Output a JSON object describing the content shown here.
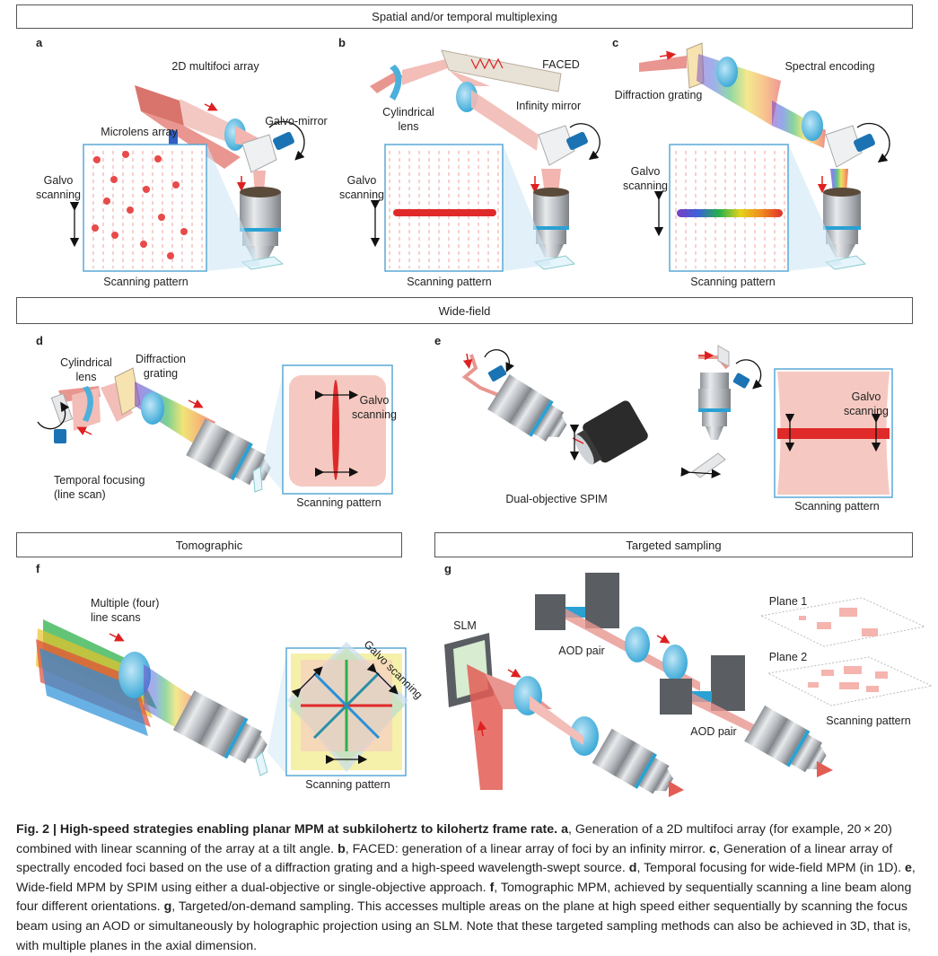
{
  "headers": {
    "spatial": "Spatial and/or temporal multiplexing",
    "widefield": "Wide-field",
    "tomographic": "Tomographic",
    "targeted": "Targeted sampling"
  },
  "panels": {
    "a": {
      "letter": "a",
      "multifoci": "2D multifoci array",
      "microlens": "Microlens array",
      "galvo_mirror": "Galvo-mirror",
      "galvo_scanning": "Galvo scanning",
      "scanning_pattern": "Scanning pattern"
    },
    "b": {
      "letter": "b",
      "faced": "FACED",
      "cyl_lens": "Cylindrical lens",
      "infinity_mirror": "Infinity mirror",
      "galvo_scanning": "Galvo scanning",
      "scanning_pattern": "Scanning pattern"
    },
    "c": {
      "letter": "c",
      "diffraction_grating": "Diffraction grating",
      "spectral_encoding": "Spectral encoding",
      "galvo_scanning": "Galvo scanning",
      "scanning_pattern": "Scanning pattern"
    },
    "d": {
      "letter": "d",
      "cyl_lens": "Cylindrical lens",
      "diffraction_grating": "Diffraction grating",
      "galvo_scanning": "Galvo scanning",
      "temporal_focusing": "Temporal focusing (line scan)",
      "scanning_pattern": "Scanning pattern"
    },
    "e": {
      "letter": "e",
      "dual_objective": "Dual-objective SPIM",
      "galvo_scanning": "Galvo scanning",
      "scanning_pattern": "Scanning pattern"
    },
    "f": {
      "letter": "f",
      "multiple_line": "Multiple (four) line scans",
      "galvo_scanning": "Galvo scanning",
      "scanning_pattern": "Scanning pattern"
    },
    "g": {
      "letter": "g",
      "slm": "SLM",
      "aod_pair_top": "AOD pair",
      "aod_pair_bottom": "AOD pair",
      "plane1": "Plane 1",
      "plane2": "Plane 2",
      "scanning_pattern": "Scanning pattern"
    }
  },
  "caption": {
    "title": "Fig. 2 | High-speed strategies enabling planar MPM at subkilohertz to kilohertz frame rate.",
    "a_tag": "a",
    "a_text": ", Generation of a 2D multifoci array (for example, 20 × 20) combined with linear scanning of the array at a tilt angle.",
    "b_tag": "b",
    "b_text": ", FACED: generation of a linear array of foci by an infinity mirror.",
    "c_tag": "c",
    "c_text": ", Generation of a linear array of spectrally encoded foci based on the use of a diffraction grating and a high-speed wavelength-swept source.",
    "d_tag": "d",
    "d_text": ", Temporal focusing for wide-field MPM (in 1D).",
    "e_tag": "e",
    "e_text": ", Wide-field MPM by SPIM using either a dual-objective or single-objective approach.",
    "f_tag": "f",
    "f_text": ", Tomographic MPM, achieved by sequentially scanning a line beam along four different orientations.",
    "g_tag": "g",
    "g_text": ", Targeted/on-demand sampling. This accesses multiple areas on the plane at high speed either sequentially by scanning the focus beam using an AOD or simultaneously by holographic projection using an SLM. Note that these targeted sampling methods can also be achieved in 3D, that is, with multiple planes in the axial dimension."
  }
}
